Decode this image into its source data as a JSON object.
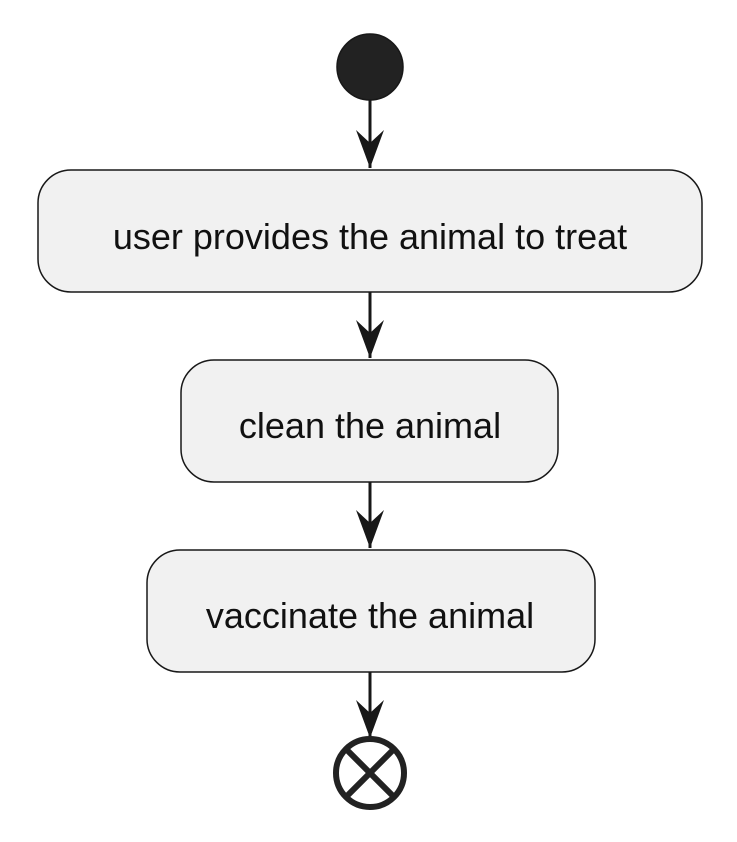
{
  "diagram": {
    "type": "uml-activity",
    "colors": {
      "line": "#181818",
      "node_fill": "#f1f1f1",
      "start_fill": "#222222"
    },
    "activities": [
      {
        "label": "user provides the animal to treat"
      },
      {
        "label": "clean the animal"
      },
      {
        "label": "vaccinate the animal"
      }
    ]
  }
}
